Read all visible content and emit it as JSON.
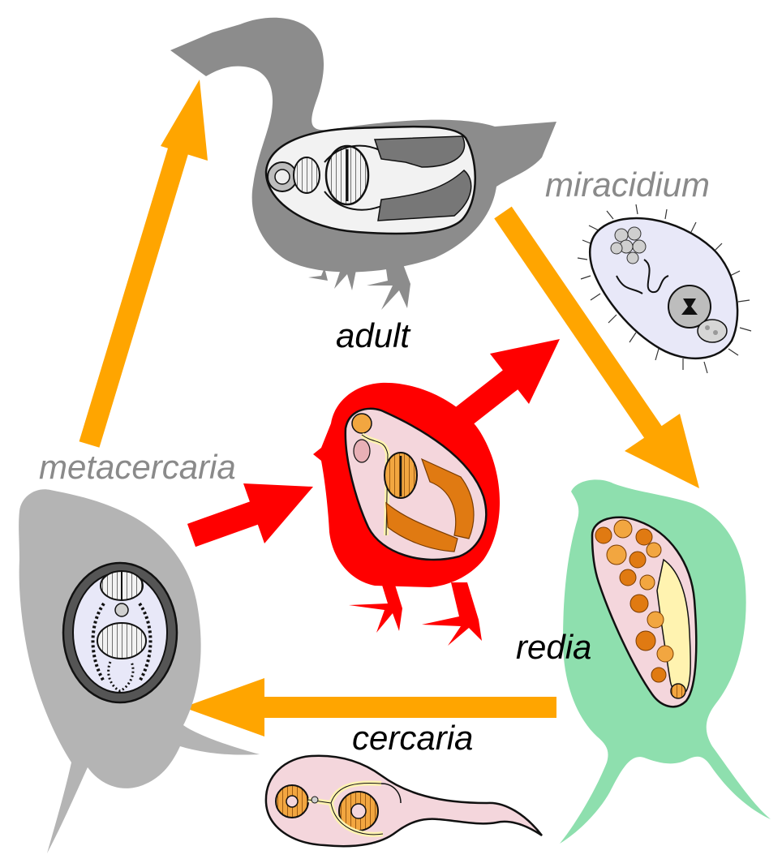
{
  "stages": {
    "adult": {
      "label": "adult"
    },
    "miracidium": {
      "label": "miracidium"
    },
    "redia": {
      "label": "redia"
    },
    "cercaria": {
      "label": "cercaria"
    },
    "metacercaria": {
      "label": "metacercaria"
    }
  },
  "icons": {
    "duck": "duck-host-icon",
    "chick": "chick-host-icon",
    "snail_green": "green-snail-icon",
    "snail_grey": "grey-snail-icon"
  },
  "colors": {
    "cycle_arrow": "#FFA500",
    "infection_arrow": "#FF0000",
    "duck": "#8C8C8C",
    "chick": "#FF0000",
    "snail_green": "#8EDFAE",
    "snail_grey": "#B4B4B4",
    "worm_orange": "#E07A12",
    "worm_pink": "#F4D6DC",
    "cyst_fill": "#E8E8F8"
  }
}
